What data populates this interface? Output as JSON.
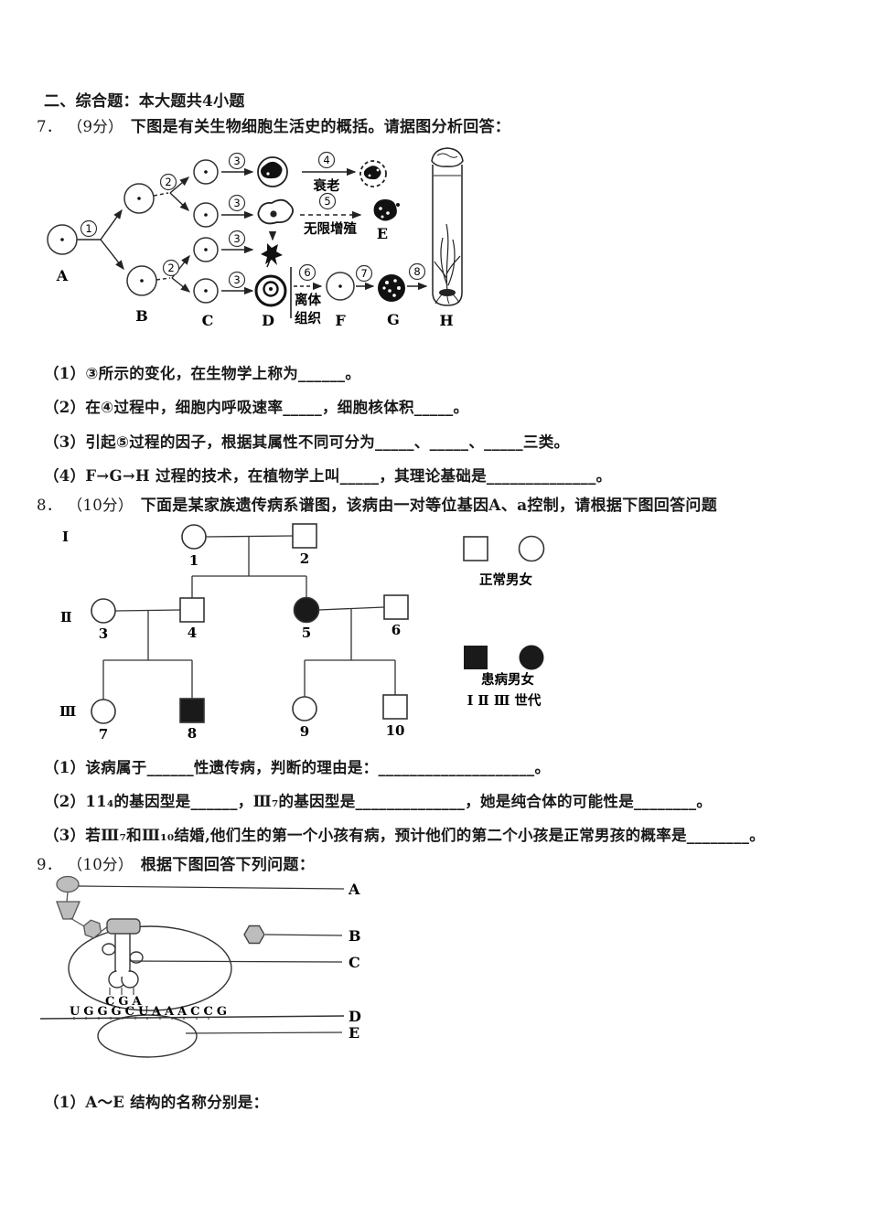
{
  "page": {
    "section_header": "二、综合题：本大题共4小题"
  },
  "q7": {
    "label": "7．",
    "points": "（9分）",
    "stem": "下图是有关生物细胞生活史的概括。请据图分析回答：",
    "diagram": {
      "letters": [
        "A",
        "B",
        "C",
        "D",
        "E",
        "F",
        "G",
        "H"
      ],
      "steps": [
        "1",
        "2",
        "3",
        "4",
        "5",
        "6",
        "7",
        "8"
      ],
      "aging_label": "衰老",
      "proliferation_label": "无限增殖",
      "invitro_label_line1": "离体",
      "invitro_label_line2": "组织"
    },
    "subs": [
      "（1）③所示的变化，在生物学上称为______。",
      "（2）在④过程中，细胞内呼吸速率_____，细胞核体积_____。",
      "（3）引起⑤过程的因子，根据其属性不同可分为_____、_____、_____三类。",
      "（4）F→G→H 过程的技术，在植物学上叫_____，其理论基础是______________。"
    ]
  },
  "q8": {
    "label": "8．",
    "points": "（10分）",
    "stem": "下面是某家族遗传病系谱图，该病由一对等位基因A、a控制，请根据下图回答问题",
    "pedigree": {
      "generation_labels": [
        "Ⅰ",
        "Ⅱ",
        "Ⅲ"
      ],
      "member_numbers": [
        "1",
        "2",
        "3",
        "4",
        "5",
        "6",
        "7",
        "8",
        "9",
        "10"
      ],
      "legend_normal": "正常男女",
      "legend_affected": "患病男女",
      "legend_generations": "Ⅰ Ⅱ Ⅲ 世代"
    },
    "subs": [
      "（1）该病属于______性遗传病，判断的理由是：____________________。",
      "（2）11₄的基因型是______，Ⅲ₇的基因型是______________，她是纯合体的可能性是________。",
      "（3）若Ⅲ₇和Ⅲ₁₀结婚,他们生的第一个小孩有病，预计他们的第二个小孩是正常男孩的概率是________。"
    ]
  },
  "q9": {
    "label": "9．",
    "points": "（10分）",
    "stem": "根据下图回答下列问题：",
    "diagram": {
      "part_labels": [
        "A",
        "B",
        "C",
        "D",
        "E"
      ],
      "anticodon": "CGA",
      "mrna_sequence": "UGGGCUAAACCG"
    },
    "sub1": "（1）A～E 结构的名称分别是："
  }
}
